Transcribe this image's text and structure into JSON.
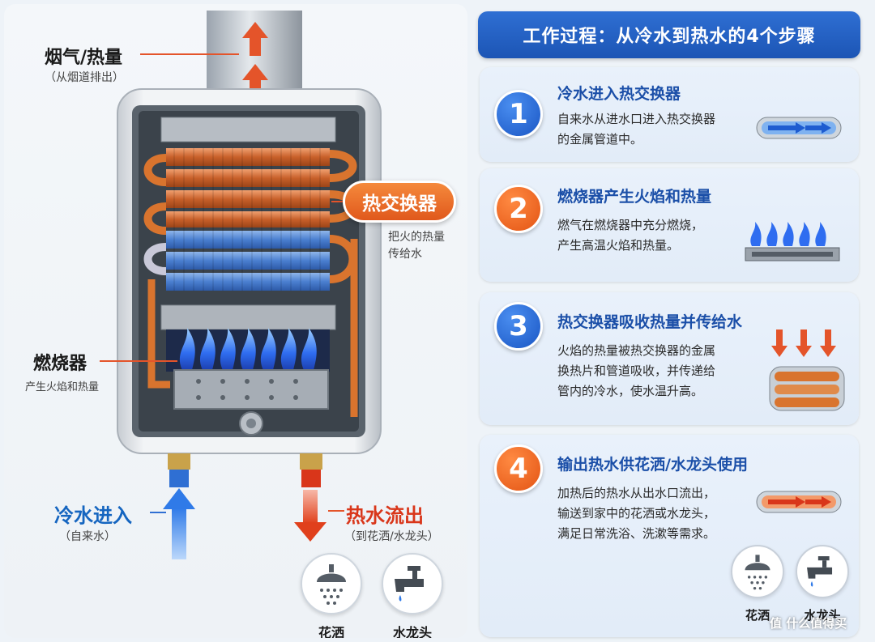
{
  "left": {
    "flue": {
      "title": "烟气/热量",
      "sub": "（从烟道排出）"
    },
    "heat_exchanger": {
      "badge": "热交换器",
      "line1": "把火的热量",
      "line2": "传给水"
    },
    "burner": {
      "title": "燃烧器",
      "sub": "产生火焰和热量"
    },
    "cold_in": {
      "title": "冷水进入",
      "sub": "（自来水）"
    },
    "hot_out": {
      "title": "热水流出",
      "sub": "（到花洒/水龙头）"
    },
    "fixtures": {
      "shower": "花洒",
      "faucet": "水龙头"
    }
  },
  "right": {
    "header": "工作过程：从冷水到热水的4个步骤",
    "steps": [
      {
        "num": "1",
        "title": "冷水进入热交换器",
        "lines": [
          "自来水从进水口进入热交换器",
          "的金属管道中。"
        ]
      },
      {
        "num": "2",
        "title": "燃烧器产生火焰和热量",
        "lines": [
          "燃气在燃烧器中充分燃烧，",
          "产生高温火焰和热量。"
        ]
      },
      {
        "num": "3",
        "title": "热交换器吸收热量并传给水",
        "lines": [
          "火焰的热量被热交换器的金属",
          "换热片和管道吸收，并传递给",
          "管内的冷水，使水温升高。"
        ]
      },
      {
        "num": "4",
        "title": "输出热水供花洒/水龙头使用",
        "lines": [
          "加热后的热水从出水口流出，",
          "输送到家中的花洒或水龙头，",
          "满足日常洗浴、洗漱等需求。"
        ]
      }
    ],
    "fixtures": {
      "shower": "花洒",
      "faucet": "水龙头"
    }
  },
  "watermark": "值 什么值得买",
  "colors": {
    "blue": "#1a56c4",
    "orange": "#e35414",
    "header": "#1c55b5"
  }
}
